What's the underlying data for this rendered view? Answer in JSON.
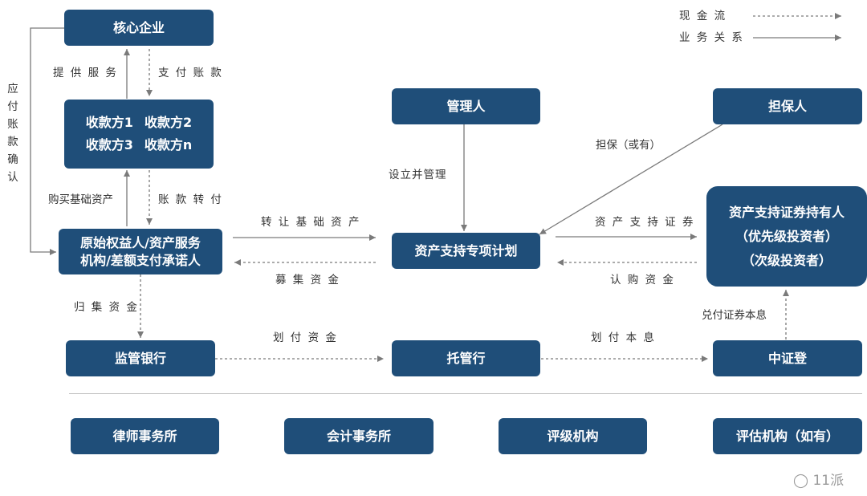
{
  "legend": {
    "cash_flow": "现 金 流",
    "business": "业 务 关 系"
  },
  "nodes": {
    "core": "核心企业",
    "payees": [
      "收款方1",
      "收款方2",
      "收款方3",
      "收款方n"
    ],
    "originator": [
      "原始权益人/资产服务",
      "机构/差额支付承诺人"
    ],
    "manager": "管理人",
    "guarantor": "担保人",
    "plan": "资产支持专项计划",
    "holders": [
      "资产支持证券持有人",
      "（优先级投资者）",
      "（次级投资者）"
    ],
    "supervisor_bank": "监管银行",
    "custodian": "托管行",
    "csdc": "中证登",
    "law_firm": "律师事务所",
    "accounting_firm": "会计事务所",
    "rating_agency": "评级机构",
    "appraiser": "评估机构（如有）"
  },
  "edges": {
    "provide_service": "提 供 服 务",
    "pay_account": "支 付 账 款",
    "ap_confirm": "应付账款确认",
    "buy_assets": "购买基础资产",
    "account_transfer": "账 款 转 付",
    "transfer_assets": "转 让 基 础 资 产",
    "raise_funds": "募 集 资 金",
    "setup_manage": "设立并管理",
    "guarantee": "担保（或有）",
    "abs_securities": "资 产 支 持 证 券",
    "subscribe_funds": "认 购 资 金",
    "collect_funds": "归 集 资 金",
    "transfer_funds": "划 付 资 金",
    "transfer_pi": "划 付 本 息",
    "redeem_pi": "兑付证券本息"
  },
  "watermark": "11派"
}
